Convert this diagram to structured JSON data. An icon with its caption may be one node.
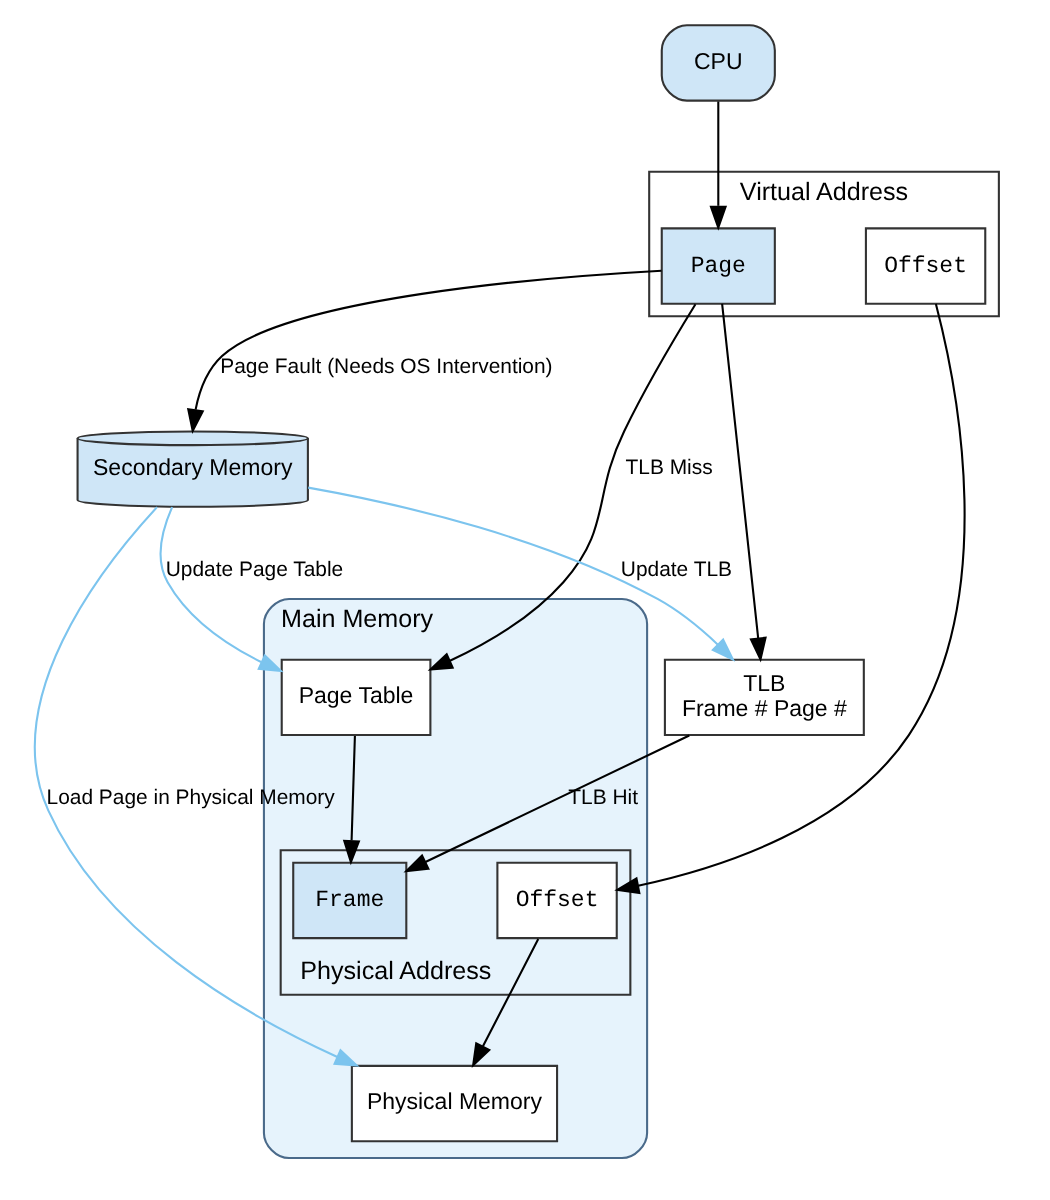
{
  "diagram": {
    "nodes": [
      {
        "text": [
          "CPU"
        ]
      },
      {
        "text": [
          "Virtual Address"
        ]
      },
      {
        "text": [
          "Page"
        ],
        "in": 1
      },
      {
        "text": [
          "Offset"
        ],
        "in": 1
      },
      {
        "text": [
          "TLB",
          "Frame # Page #"
        ]
      },
      {
        "text": [
          "Main Memory"
        ]
      },
      {
        "text": [
          "Physical Address"
        ],
        "in": 5
      },
      {
        "text": [
          "Frame"
        ],
        "in": 6
      },
      {
        "text": [
          "Offset"
        ],
        "in": 6
      },
      {
        "text": [
          "Page Table"
        ],
        "in": 5
      },
      {
        "text": [
          "Physical Memory"
        ],
        "in": 5
      },
      {
        "text": [
          "Secondary Memory"
        ]
      }
    ],
    "edges": [
      {
        "from": 0,
        "to": 2,
        "arrow": "to"
      },
      {
        "from": 3,
        "to": 8,
        "arrow": "to"
      },
      {
        "from": 2,
        "to": 4,
        "arrow": "to"
      },
      {
        "from": 4,
        "to": 7,
        "label": "TLB Hit",
        "arrow": "to"
      },
      {
        "from": 2,
        "to": 9,
        "label": "TLB Miss",
        "arrow": "to"
      },
      {
        "from": 9,
        "to": 7,
        "arrow": "to"
      },
      {
        "from": 8,
        "to": 10,
        "arrow": "to"
      },
      {
        "from": 2,
        "to": 11,
        "label": "Page Fault (Needs OS Intervention)",
        "arrow": "to"
      },
      {
        "from": 11,
        "to": 9,
        "label": "Update Page Table",
        "arrow": "to",
        "color": "#7cc4ee"
      },
      {
        "from": 11,
        "to": 4,
        "label": "Update TLB",
        "arrow": "to",
        "color": "#7cc4ee"
      },
      {
        "from": 11,
        "to": 10,
        "label": "Load Page in Physical Memory",
        "arrow": "to",
        "color": "#7cc4ee"
      }
    ]
  }
}
